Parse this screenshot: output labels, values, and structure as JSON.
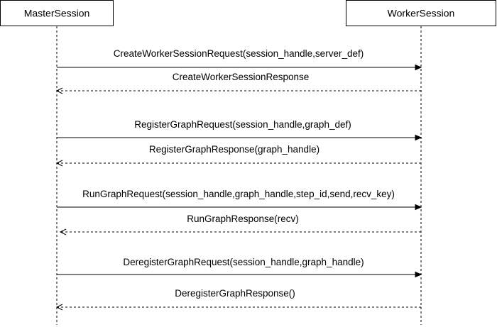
{
  "actors": [
    {
      "id": "master",
      "label": "MasterSession"
    },
    {
      "id": "worker",
      "label": "WorkerSession"
    }
  ],
  "messages": [
    {
      "label": "CreateWorkerSessionRequest(session_handle,server_def)",
      "from": "master",
      "to": "worker",
      "style": "solid"
    },
    {
      "label": "CreateWorkerSessionResponse",
      "from": "worker",
      "to": "master",
      "style": "dashed"
    },
    {
      "label": "RegisterGraphRequest(session_handle,graph_def)",
      "from": "master",
      "to": "worker",
      "style": "solid"
    },
    {
      "label": "RegisterGraphResponse(graph_handle)",
      "from": "worker",
      "to": "master",
      "style": "dashed"
    },
    {
      "label": "RunGraphRequest(session_handle,graph_handle,step_id,send,recv_key)",
      "from": "master",
      "to": "worker",
      "style": "solid"
    },
    {
      "label": "RunGraphResponse(recv)",
      "from": "worker",
      "to": "master",
      "style": "dashed"
    },
    {
      "label": "DeregisterGraphRequest(session_handle,graph_handle)",
      "from": "master",
      "to": "worker",
      "style": "solid"
    },
    {
      "label": "DeregisterGraphResponse()",
      "from": "worker",
      "to": "master",
      "style": "dashed"
    }
  ]
}
